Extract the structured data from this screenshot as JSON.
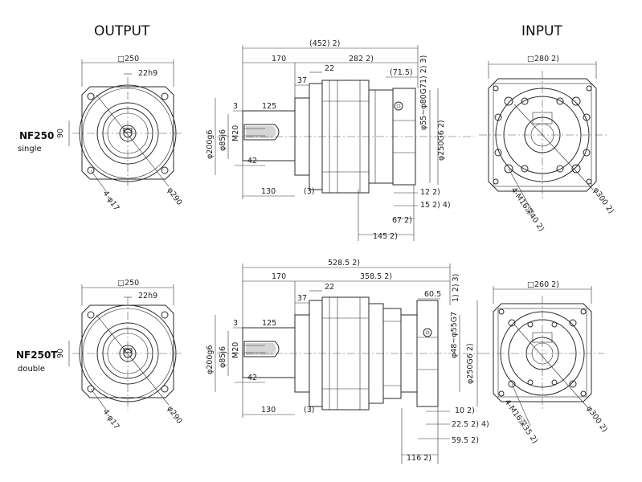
{
  "headings": {
    "output": "OUTPUT",
    "input": "INPUT"
  },
  "models": [
    {
      "name": "NF250",
      "variant": "single"
    },
    {
      "name": "NF250T",
      "variant": "double"
    }
  ],
  "output_view": {
    "square": "□250",
    "key": "22h9",
    "height": "90",
    "holes": "4-φ17",
    "pcd": "φ290"
  },
  "side_view": {
    "r1": {
      "overall": "(452) 2)",
      "shaft_len": "170",
      "body_len": "282 2)",
      "note3": "1) 2) 3)",
      "flange_ext": "(71.5)",
      "d22": "22",
      "d37": "37",
      "d3": "3",
      "d125": "125",
      "shaft_dia": "φ200g6",
      "dia85": "φ85j6",
      "thread": "M20",
      "d42": "42",
      "d130": "130",
      "p3": "(3)",
      "motor_shaft": "φ55~φ80G7",
      "pilot": "φ250G6 2)",
      "d12": "12 2)",
      "d15": "15 2) 4)",
      "d67": "67 2)",
      "d145": "145 2)"
    },
    "r2": {
      "overall": "528.5 2)",
      "shaft_len": "170",
      "body_len": "358.5 2)",
      "note3": "1) 2) 3)",
      "flange_ext": "60.5",
      "d22": "22",
      "d37": "37",
      "d3": "3",
      "d125": "125",
      "shaft_dia": "φ200g6",
      "dia85": "φ85j6",
      "thread": "M20",
      "d42": "42",
      "d130": "130",
      "p3": "(3)",
      "motor_shaft": "φ48~φ55G7",
      "pilot": "φ250G6 2)",
      "d10": "10 2)",
      "d225": "22.5 2) 4)",
      "d595": "59.5 2)",
      "d116": "116 2)"
    }
  },
  "input_view": {
    "r1": {
      "square": "□280 2)",
      "holes": "4-M16深40 2)",
      "pcd": "φ300 2)"
    },
    "r2": {
      "square": "□260 2)",
      "holes": "4-M16深35 2)",
      "pcd": "φ300 2)"
    }
  }
}
